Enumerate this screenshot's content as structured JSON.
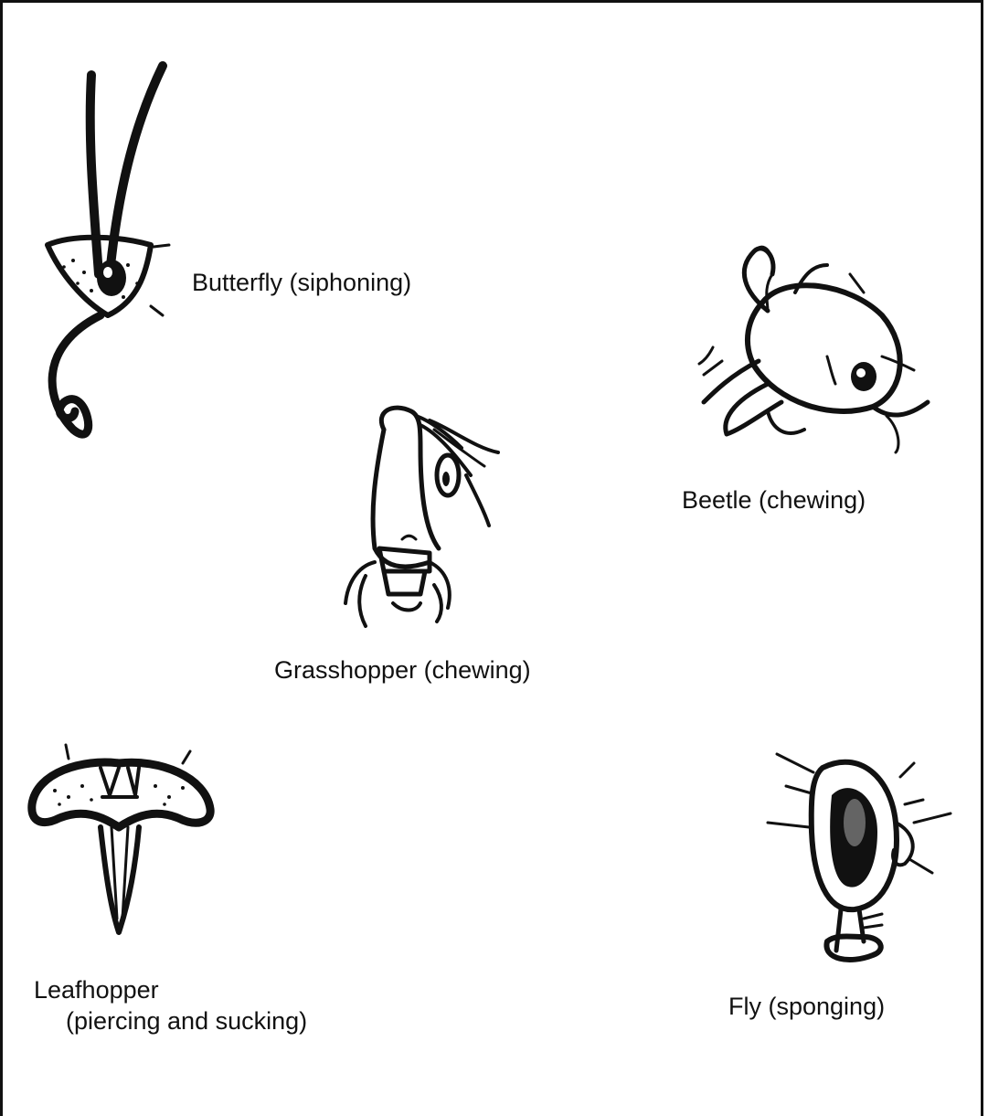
{
  "labels": {
    "butterfly": "Butterfly (siphoning)",
    "beetle": "Beetle (chewing)",
    "grasshopper": "Grasshopper (chewing)",
    "leafhopper_line1": "Leafhopper",
    "leafhopper_line2": "(piercing and sucking)",
    "fly": "Fly (sponging)"
  },
  "colors": {
    "ink": "#111111",
    "background": "#ffffff"
  }
}
